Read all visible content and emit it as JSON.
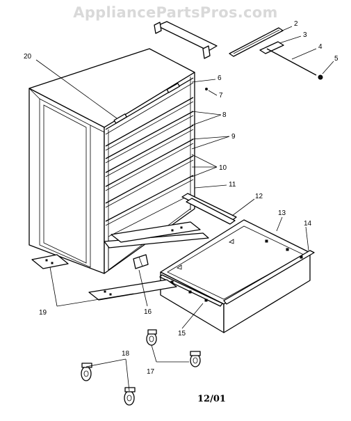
{
  "watermark": "AppliancePartsPros.com",
  "date_code": "12/01",
  "callouts": [
    "2",
    "3",
    "4",
    "5",
    "6",
    "7",
    "8",
    "9",
    "10",
    "11",
    "12",
    "13",
    "14",
    "15",
    "16",
    "17",
    "18",
    "19",
    "20"
  ]
}
